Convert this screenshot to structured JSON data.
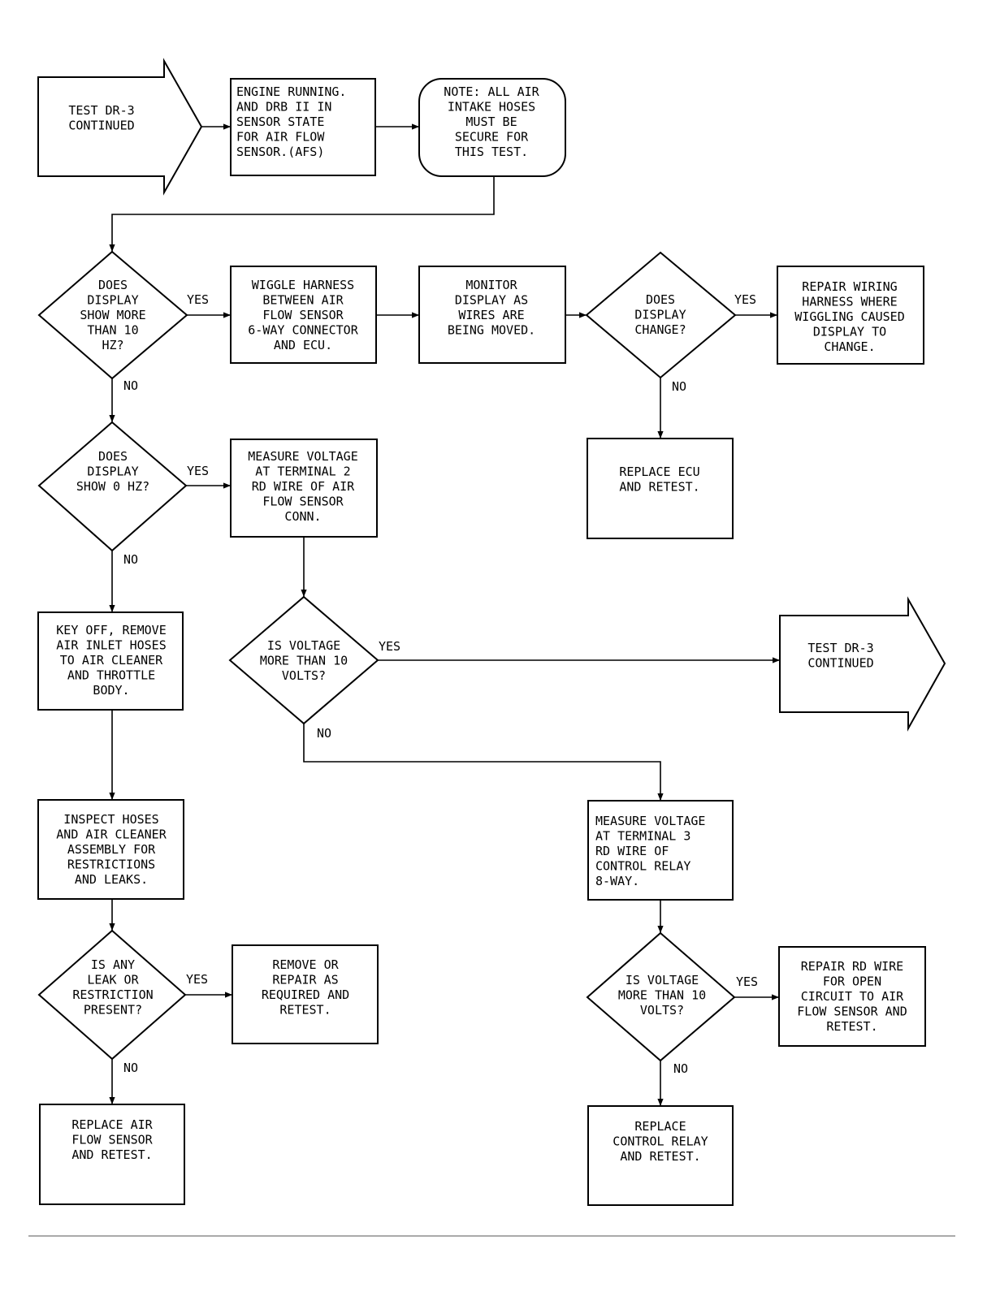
{
  "nodes": {
    "start": [
      "TEST DR-3",
      "CONTINUED"
    ],
    "engine_running": [
      "ENGINE RUNNING.",
      "AND DRB II IN",
      "SENSOR STATE",
      "FOR AIR FLOW",
      "SENSOR.(AFS)"
    ],
    "note": [
      "NOTE: ALL AIR",
      "INTAKE HOSES",
      "MUST BE",
      "SECURE FOR",
      "THIS TEST."
    ],
    "q_more_10hz": [
      "DOES",
      "DISPLAY",
      "SHOW MORE",
      "THAN 10",
      "HZ?"
    ],
    "wiggle": [
      "WIGGLE HARNESS",
      "BETWEEN AIR",
      "FLOW SENSOR",
      "6-WAY CONNECTOR",
      "AND ECU."
    ],
    "monitor": [
      "MONITOR",
      "DISPLAY AS",
      "WIRES ARE",
      "BEING MOVED."
    ],
    "q_change": [
      "DOES",
      "DISPLAY",
      "CHANGE?"
    ],
    "repair_wiring": [
      "REPAIR WIRING",
      "HARNESS WHERE",
      "WIGGLING CAUSED",
      "DISPLAY TO",
      "CHANGE."
    ],
    "replace_ecu": [
      "REPLACE ECU",
      "AND RETEST."
    ],
    "q_0hz": [
      "DOES",
      "DISPLAY",
      "SHOW 0 HZ?"
    ],
    "measure_t2": [
      "MEASURE VOLTAGE",
      "AT TERMINAL 2",
      "RD WIRE OF AIR",
      "FLOW SENSOR",
      "CONN."
    ],
    "key_off": [
      "KEY OFF, REMOVE",
      "AIR INLET HOSES",
      "TO AIR CLEANER",
      "AND THROTTLE",
      "BODY."
    ],
    "q_volt_1": [
      "IS VOLTAGE",
      "MORE THAN 10",
      "VOLTS?"
    ],
    "end": [
      "TEST DR-3",
      "CONTINUED"
    ],
    "inspect": [
      "INSPECT HOSES",
      "AND AIR CLEANER",
      "ASSEMBLY FOR",
      "RESTRICTIONS",
      "AND LEAKS."
    ],
    "measure_t3": [
      "MEASURE VOLTAGE",
      "AT TERMINAL 3",
      "RD WIRE OF",
      "CONTROL RELAY",
      "8-WAY."
    ],
    "q_leak": [
      "IS ANY",
      "LEAK OR",
      "RESTRICTION",
      "PRESENT?"
    ],
    "remove_repair": [
      "REMOVE OR",
      "REPAIR AS",
      "REQUIRED AND",
      "RETEST."
    ],
    "q_volt_2": [
      "IS VOLTAGE",
      "MORE THAN 10",
      "VOLTS?"
    ],
    "repair_rd": [
      "REPAIR RD WIRE",
      "FOR OPEN",
      "CIRCUIT TO AIR",
      "FLOW SENSOR AND",
      "RETEST."
    ],
    "replace_afs": [
      "REPLACE AIR",
      "FLOW SENSOR",
      "AND RETEST."
    ],
    "replace_relay": [
      "REPLACE",
      "CONTROL RELAY",
      "AND RETEST."
    ]
  },
  "labels": {
    "yes": "YES",
    "no": "NO"
  }
}
